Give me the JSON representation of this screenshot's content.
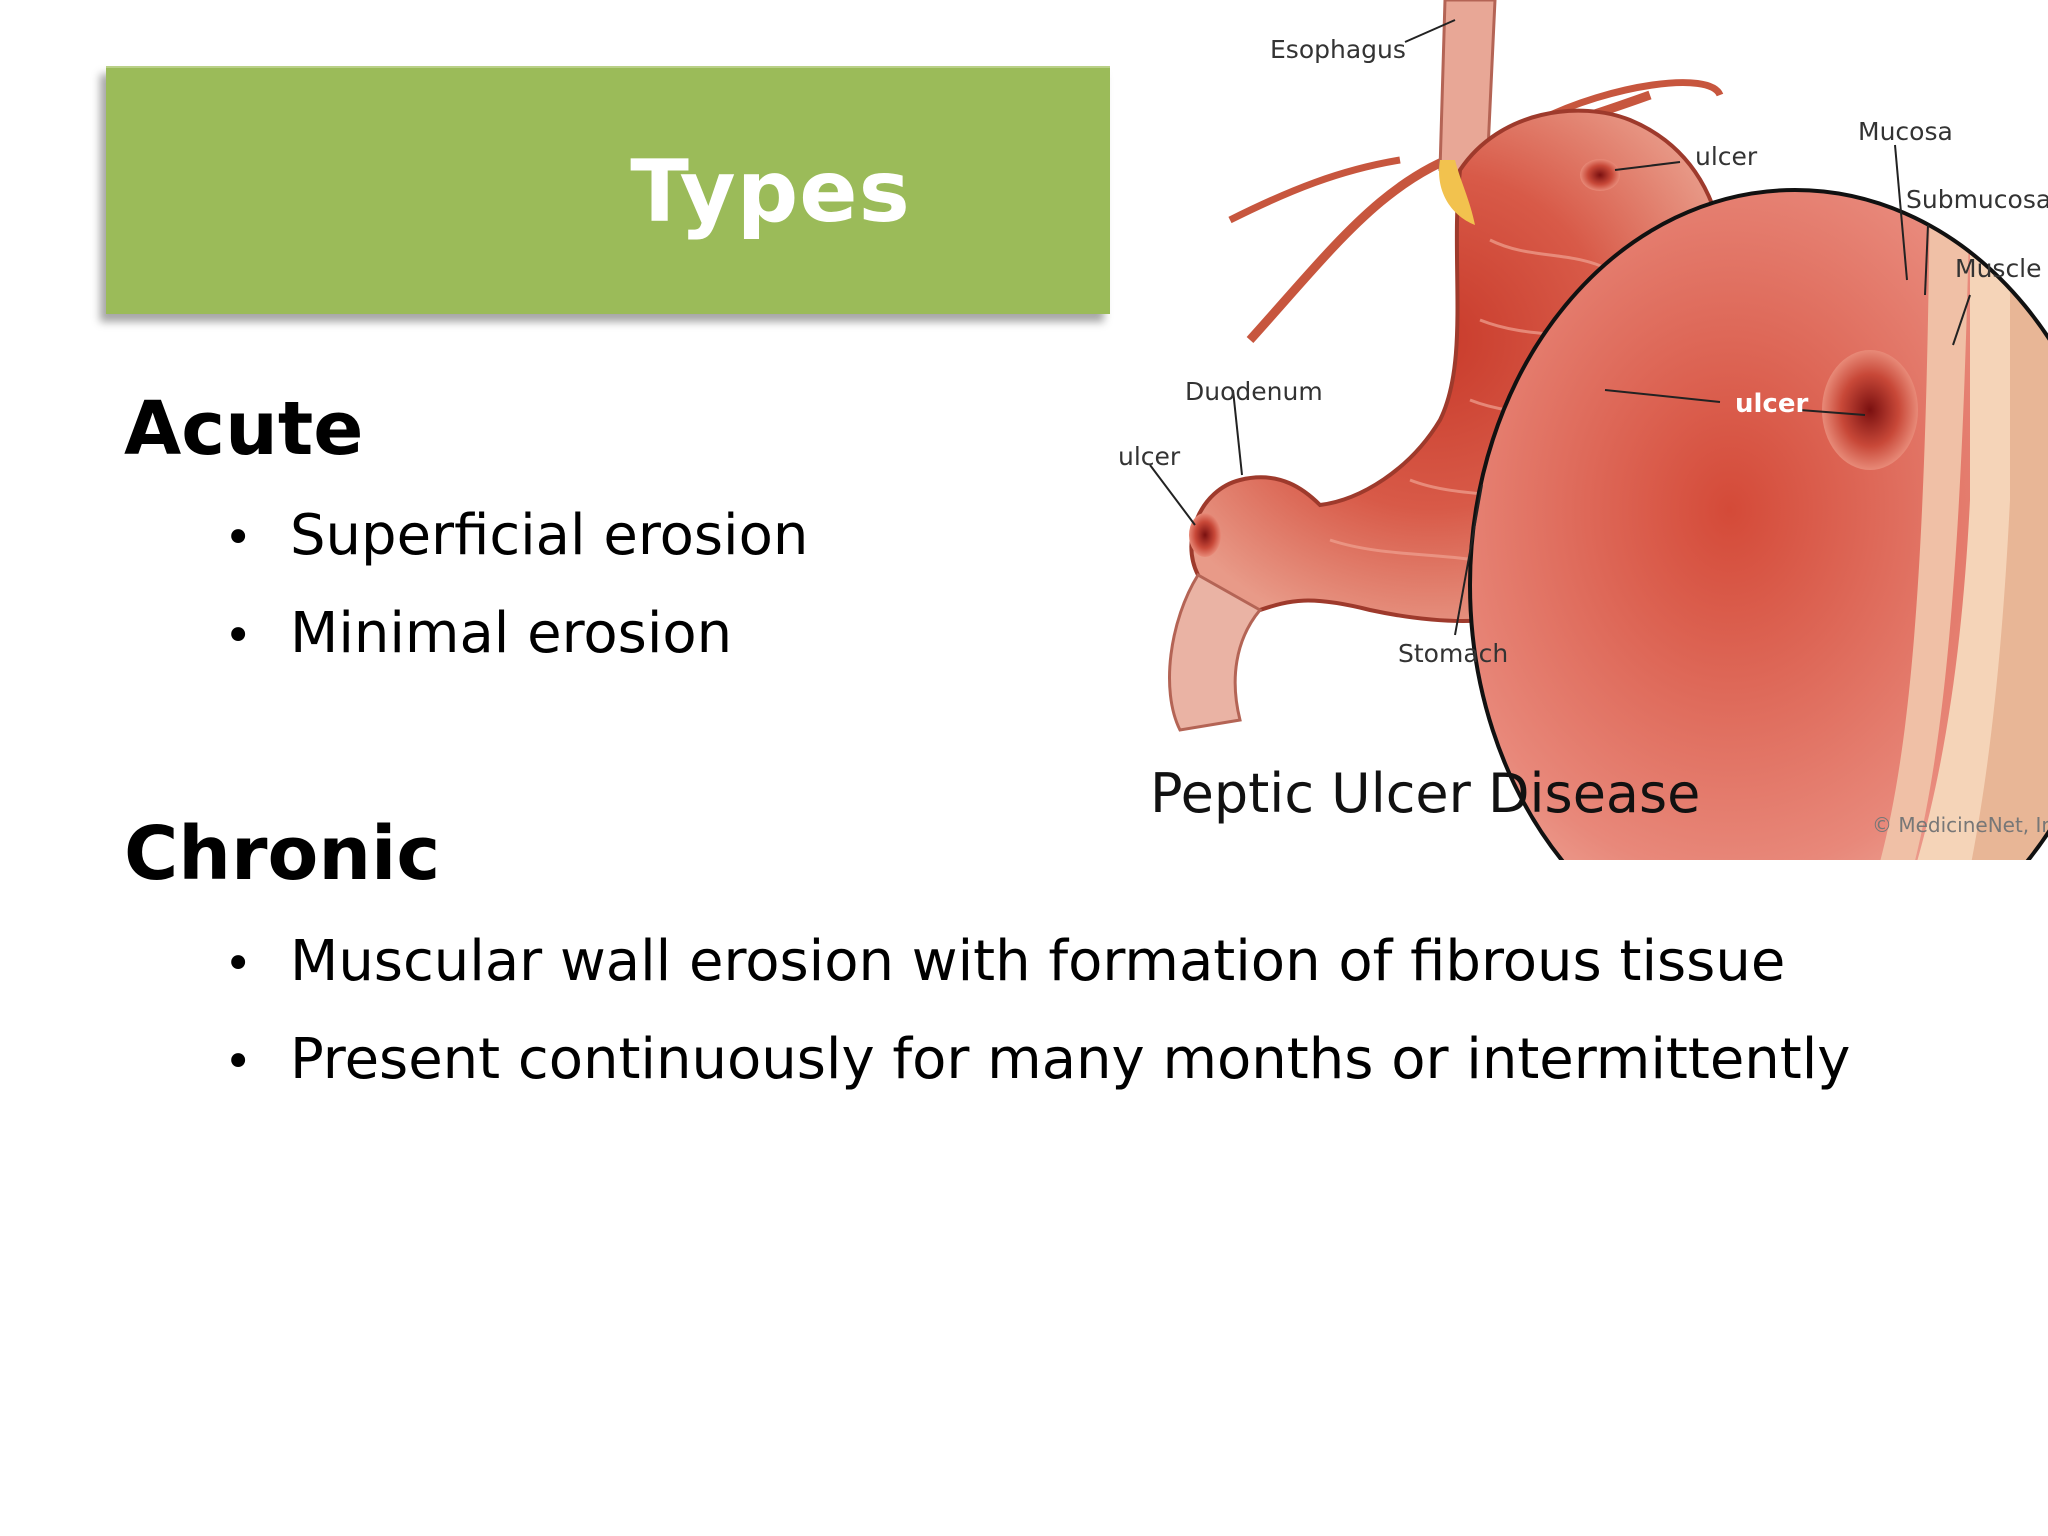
{
  "slide": {
    "title": "Types",
    "sections": [
      {
        "heading": "Acute",
        "bullets": [
          "Superficial erosion",
          "Minimal erosion"
        ]
      },
      {
        "heading": "Chronic",
        "bullets": [
          "Muscular wall erosion with formation of fibrous tissue",
          "Present continuously for many months or intermittently"
        ]
      }
    ],
    "bullet_glyph": "•"
  },
  "illustration": {
    "caption": "Peptic Ulcer Disease",
    "copyright": "© MedicineNet, Inc.",
    "labels": {
      "esophagus": "Esophagus",
      "ulcer_top": "ulcer",
      "duodenum": "Duodenum",
      "ulcer_left": "ulcer",
      "stomach": "Stomach",
      "ulcer_zoom": "ulcer",
      "mucosa": "Mucosa",
      "submucosa": "Submucosa",
      "muscle": "Muscle"
    }
  },
  "colors": {
    "title_bg": "#9bbb59",
    "title_text": "#ffffff",
    "body_text": "#000000"
  }
}
